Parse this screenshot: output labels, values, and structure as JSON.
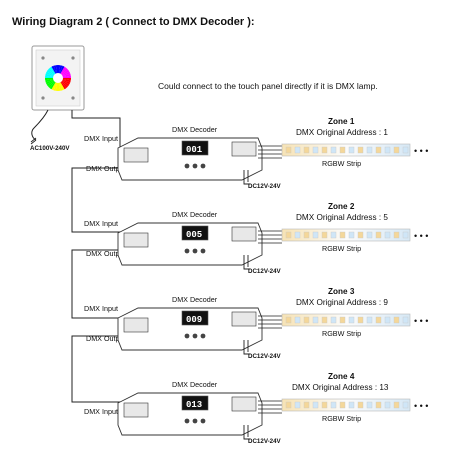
{
  "title": "Wiring Diagram 2 ( Connect to DMX Decoder ):",
  "note": "Could connect to the touch panel directly if it is DMX lamp.",
  "panel": {
    "power_label": "AC100V-240V"
  },
  "labels": {
    "dmx_input": "DMX Input",
    "dmx_output": "DMX Output",
    "decoder": "DMX Decoder",
    "power": "DC12V-24V",
    "strip": "RGBW Strip"
  },
  "zones": [
    {
      "zone": "Zone 1",
      "address": "DMX Original Address : 1",
      "display": "001"
    },
    {
      "zone": "Zone 2",
      "address": "DMX Original Address : 5",
      "display": "005"
    },
    {
      "zone": "Zone 3",
      "address": "DMX Original Address : 9",
      "display": "009"
    },
    {
      "zone": "Zone 4",
      "address": "DMX Original Address : 13",
      "display": "013"
    }
  ],
  "colors": {
    "wire": "#222222",
    "decoder_body": "#ffffff",
    "display_bg": "#111111",
    "led_warm": "#f4d79a",
    "led_cool": "#cfe6f7",
    "wheel": [
      "#ff0000",
      "#ffff00",
      "#00ff00",
      "#00ffff",
      "#0000ff",
      "#ff00ff",
      "#ff0000"
    ]
  }
}
